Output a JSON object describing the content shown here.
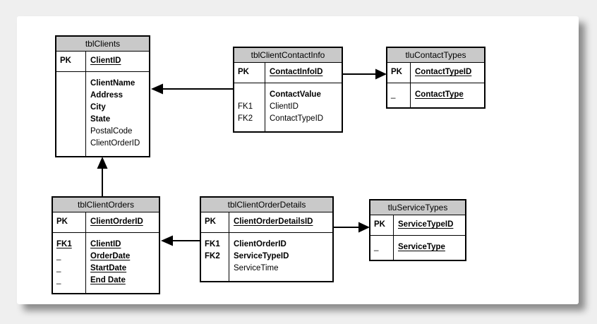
{
  "figure": {
    "background_color": "#efefef",
    "page_color": "#ffffff",
    "table_header_fill": "#c9c9c9",
    "line_color": "#000000"
  },
  "tables": [
    {
      "title": "tblClients",
      "pk_rows": [
        {
          "key": "PK",
          "field": "ClientID"
        }
      ],
      "rows": [
        {
          "key": "",
          "field": "ClientName"
        },
        {
          "key": "",
          "field": "Address"
        },
        {
          "key": "",
          "field": "City"
        },
        {
          "key": "",
          "field": "State"
        },
        {
          "key": "",
          "field": "PostalCode"
        },
        {
          "key": "",
          "field": "ClientOrderID"
        }
      ]
    },
    {
      "title": "tblClientContactInfo",
      "pk_rows": [
        {
          "key": "PK",
          "field": "ContactInfoID"
        }
      ],
      "rows": [
        {
          "key": "",
          "field": "ContactValue"
        },
        {
          "key": "FK1",
          "field": "ClientID"
        },
        {
          "key": "FK2",
          "field": "ContactTypeID"
        }
      ]
    },
    {
      "title": "tluContactTypes",
      "pk_rows": [
        {
          "key": "PK",
          "field": "ContactTypeID"
        }
      ],
      "rows": [
        {
          "key": "_",
          "field": "ContactType"
        }
      ]
    },
    {
      "title": "tblClientOrders",
      "pk_rows": [
        {
          "key": "PK",
          "field": "ClientOrderID"
        }
      ],
      "rows": [
        {
          "key": "FK1",
          "field": "ClientID"
        },
        {
          "key": "_",
          "field": "OrderDate"
        },
        {
          "key": "_",
          "field": "StartDate"
        },
        {
          "key": "_",
          "field": "End Date"
        }
      ]
    },
    {
      "title": "tblClientOrderDetails",
      "pk_rows": [
        {
          "key": "PK",
          "field": "ClientOrderDetailsID"
        }
      ],
      "rows": [
        {
          "key": "FK1",
          "field": "ClientOrderID"
        },
        {
          "key": "FK2",
          "field": "ServiceTypeID"
        },
        {
          "key": "",
          "field": "ServiceTime"
        }
      ]
    },
    {
      "title": "tluServiceTypes",
      "pk_rows": [
        {
          "key": "PK",
          "field": "ServiceTypeID"
        }
      ],
      "rows": [
        {
          "key": "_",
          "field": "ServiceType"
        }
      ]
    }
  ],
  "relationships": [
    {
      "from": "tblClientContactInfo",
      "to": "tblClients"
    },
    {
      "from": "tblClientContactInfo",
      "to": "tluContactTypes"
    },
    {
      "from": "tblClientOrders",
      "to": "tblClients"
    },
    {
      "from": "tblClientOrderDetails",
      "to": "tblClientOrders"
    },
    {
      "from": "tblClientOrderDetails",
      "to": "tluServiceTypes"
    }
  ]
}
